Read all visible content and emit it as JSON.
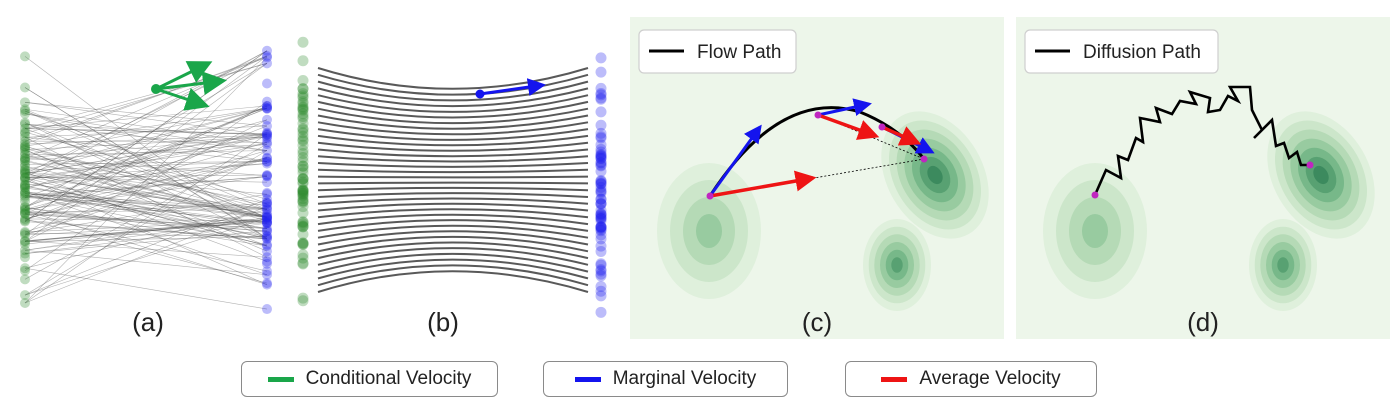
{
  "panels": {
    "a": {
      "label": "(a)"
    },
    "b": {
      "label": "(b)"
    },
    "c": {
      "label": "(c)",
      "legend": "Flow Path"
    },
    "d": {
      "label": "(d)",
      "legend": "Diffusion Path"
    }
  },
  "legend": {
    "items": [
      {
        "label": "Conditional Velocity",
        "color": "#1aa64a",
        "icon": "green-line-swatch"
      },
      {
        "label": "Marginal Velocity",
        "color": "#1414ee",
        "icon": "blue-line-swatch"
      },
      {
        "label": "Average Velocity",
        "color": "#ee1414",
        "icon": "red-line-swatch"
      }
    ]
  },
  "colors": {
    "source": "#2e8b2e",
    "target": "#2020ee",
    "conditional": "#1aa64a",
    "marginal": "#1414ee",
    "average": "#ee1414",
    "density_bg": "#edf6ea",
    "density_peak": "#3c8a5e",
    "marker": "#c026c0"
  }
}
